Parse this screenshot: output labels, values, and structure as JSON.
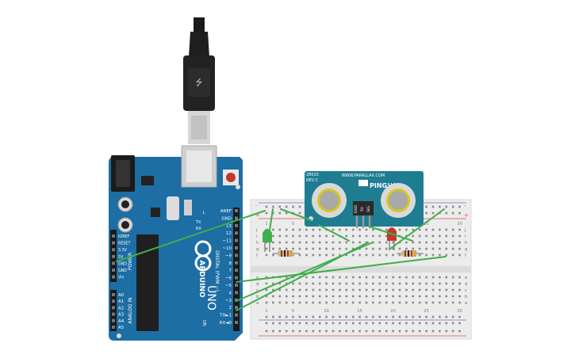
{
  "arduino": {
    "brand": "ARDUINO",
    "model": "UNO",
    "digital_label": "DIGITAL (PWM ~)",
    "power_label": "POWER",
    "analog_label": "ANALOG IN",
    "on_label": "ON",
    "digital_pins": [
      "AREF",
      "GND",
      "13",
      "12",
      "~11",
      "~10",
      "~9",
      "8",
      "7",
      "~6",
      "~5",
      "4",
      "~3",
      "2",
      "TX►1",
      "RX◄0"
    ],
    "power_pins": [
      "IOREF",
      "RESET",
      "3.3V",
      "5V",
      "GND",
      "GND",
      "Vin"
    ],
    "analog_pins": [
      "A0",
      "A1",
      "A2",
      "A3",
      "A4",
      "A5"
    ],
    "tx_label": "TX",
    "rx_label": "RX",
    "l_label": "L"
  },
  "sensor": {
    "part_number": "28015",
    "revision": "REV C",
    "vendor": "WWW.PARALLAX.COM",
    "name": "PING)))",
    "pins": [
      "GND",
      "5V",
      "SIG"
    ]
  },
  "breadboard": {
    "row_letters_top": [
      "j",
      "i",
      "h",
      "g",
      "f"
    ],
    "row_letters_bottom": [
      "e",
      "d",
      "c",
      "b",
      "a"
    ],
    "column_numbers": [
      "1",
      "5",
      "10",
      "15",
      "20",
      "25",
      "30"
    ],
    "rail_plus": "+",
    "rail_minus": "-"
  },
  "colors": {
    "board": "#1c6ea4",
    "board_dark": "#145a88",
    "wire": "#3fae49",
    "breadboard": "#ececec",
    "rail_red": "#d9534f",
    "rail_blue": "#5b7fc0",
    "sensor": "#1f7d92",
    "led_green": "#3fb24f",
    "led_red": "#c0392b"
  }
}
